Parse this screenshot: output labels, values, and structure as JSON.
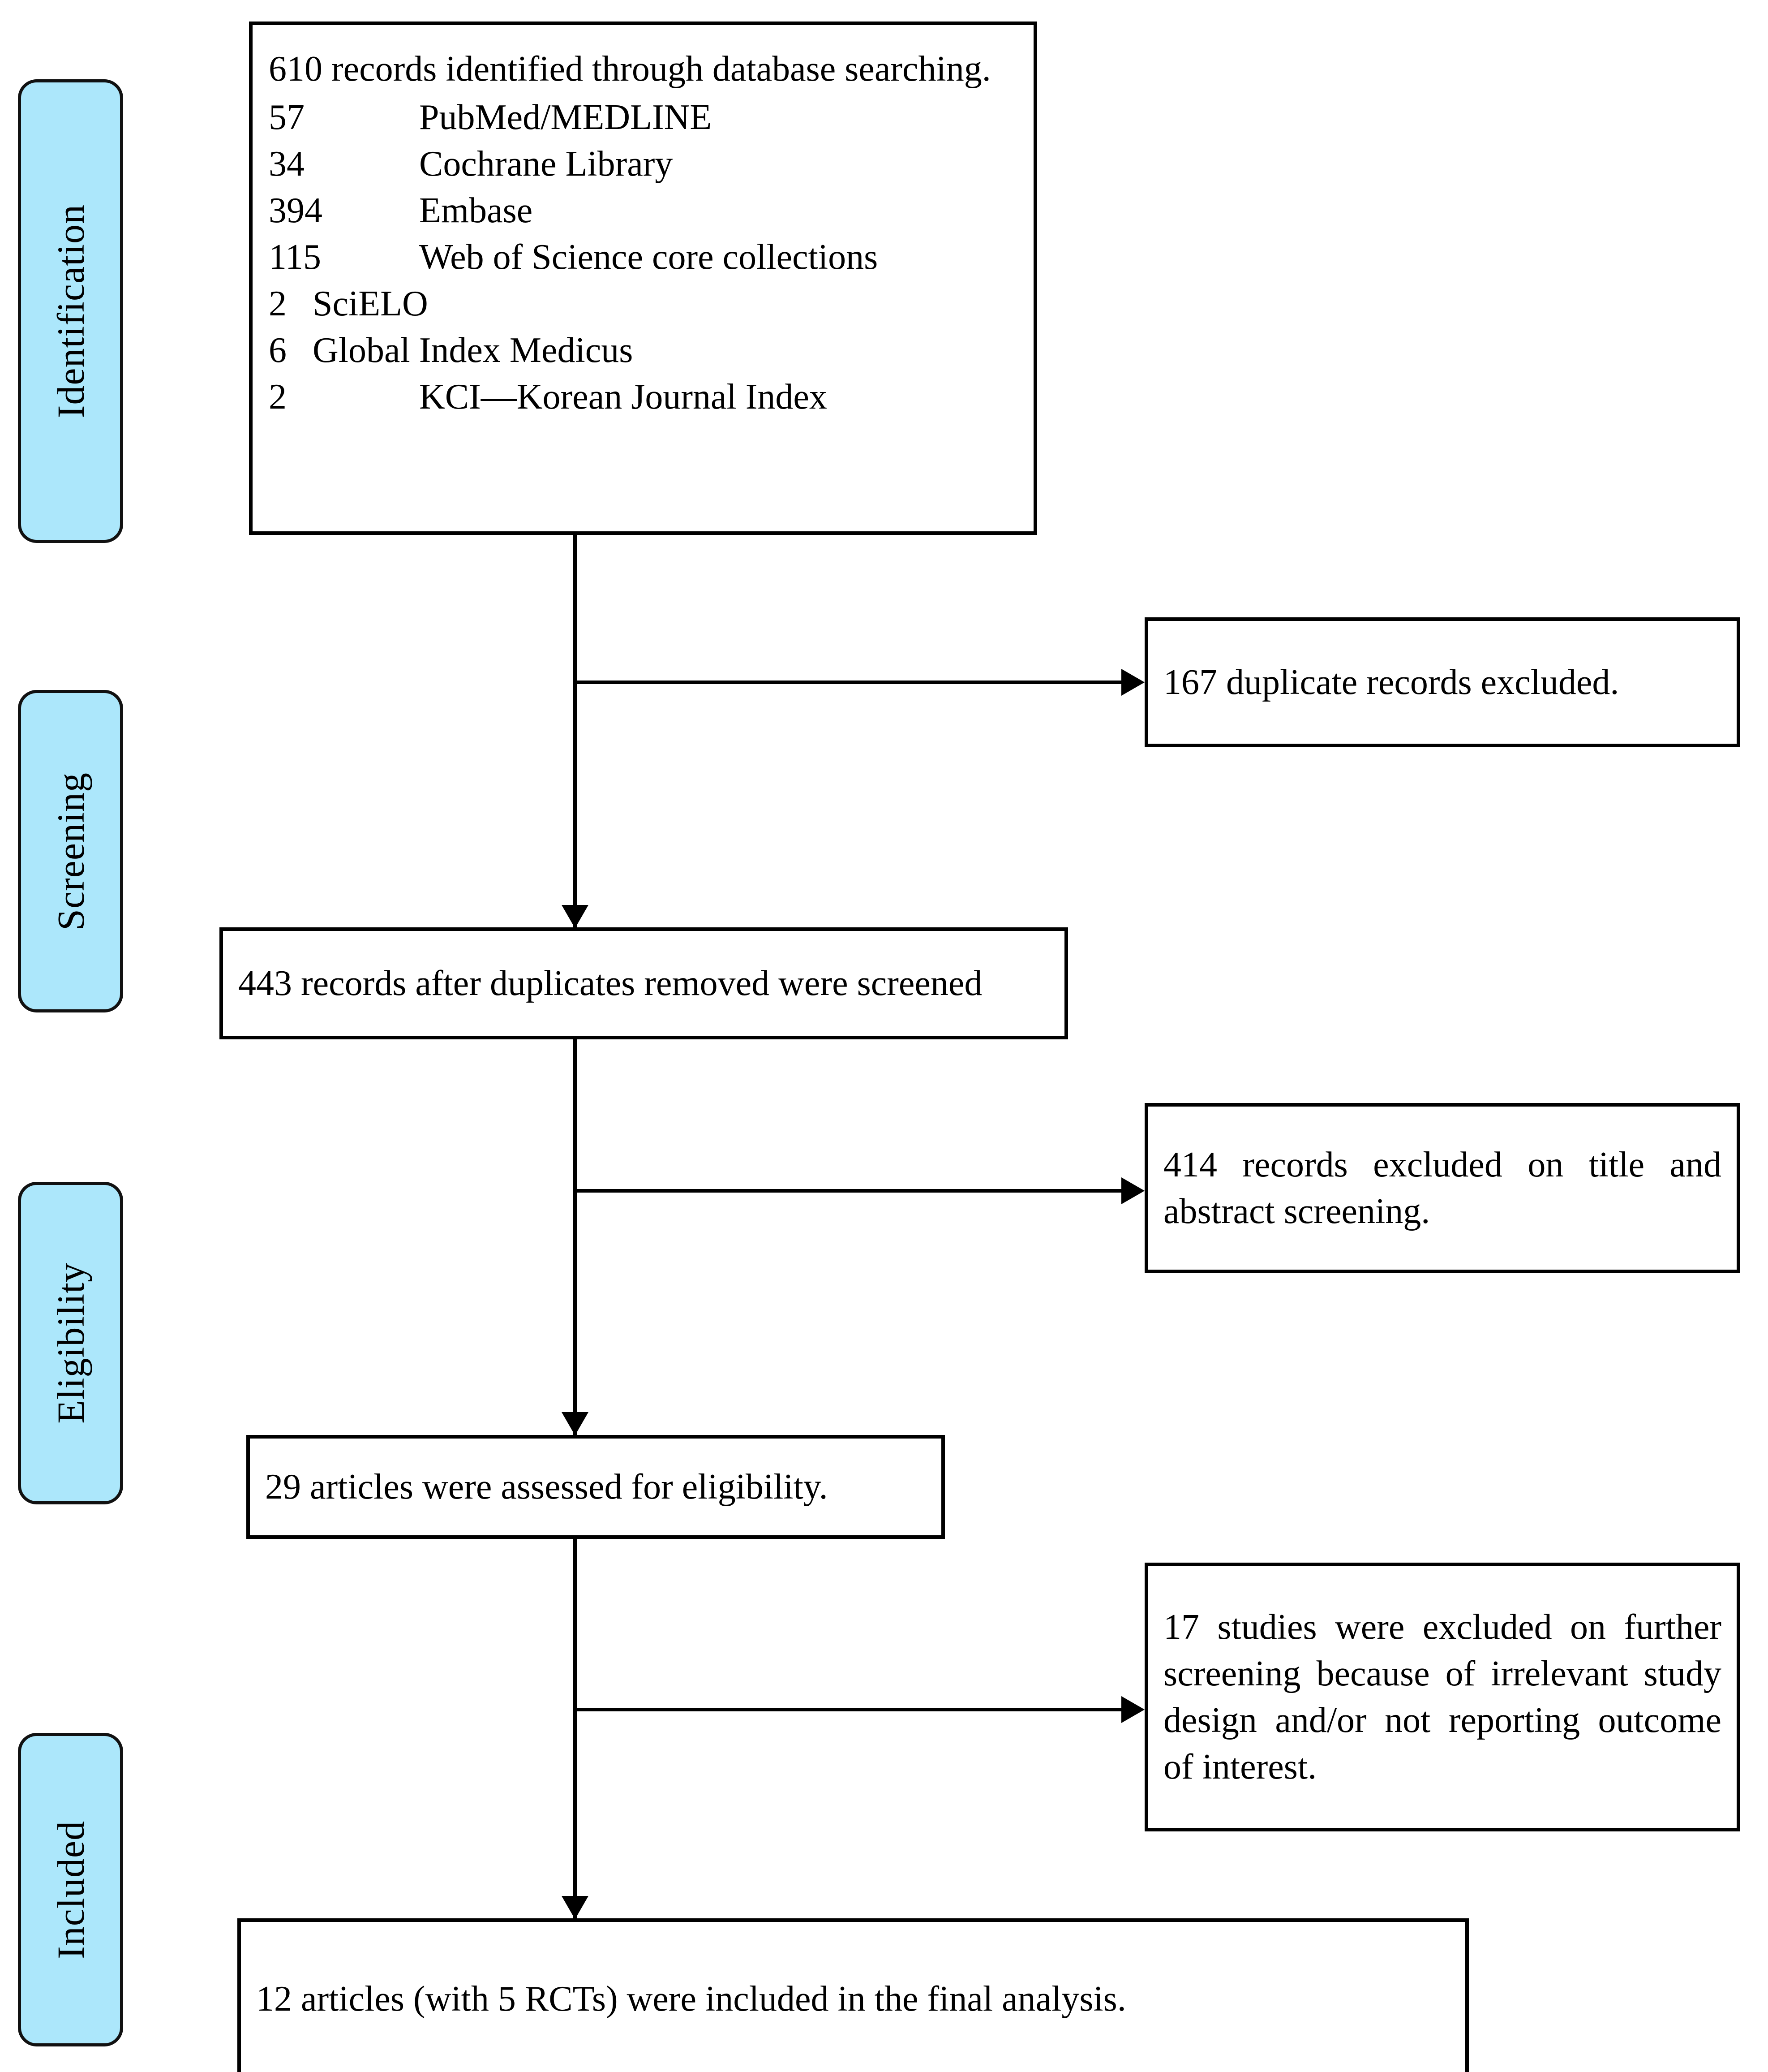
{
  "diagram": {
    "type": "PRISMA flow diagram",
    "stages": [
      {
        "id": "identification",
        "label": "Identification"
      },
      {
        "id": "screening",
        "label": "Screening"
      },
      {
        "id": "eligibility",
        "label": "Eligibility"
      },
      {
        "id": "included",
        "label": "Included"
      }
    ],
    "colors": {
      "stage_fill": "#ACE7FB",
      "stage_border": "#111111",
      "node_border": "#000000",
      "node_fill": "#FFFFFF",
      "text": "#000000"
    },
    "identification_box": {
      "heading": "610 records identified through database searching.",
      "sources": [
        {
          "count": "57",
          "name": "PubMed/MEDLINE",
          "indent": "wide"
        },
        {
          "count": "34",
          "name": "Cochrane Library",
          "indent": "wide"
        },
        {
          "count": "394",
          "name": "Embase",
          "indent": "wide"
        },
        {
          "count": "115",
          "name": "Web of Science core collections",
          "indent": "wide"
        },
        {
          "count": "2",
          "name": "SciELO",
          "indent": "narrow"
        },
        {
          "count": "6",
          "name": "Global Index Medicus",
          "indent": "narrow"
        },
        {
          "count": "2",
          "name": "KCI—Korean Journal Index",
          "indent": "wide"
        }
      ]
    },
    "nodes": {
      "duplicates_excluded": "167 duplicate records excluded.",
      "screened": "443 records after duplicates removed were screened",
      "title_abstract_excluded": "414 records excluded on title and abstract screening.",
      "assessed": "29 articles were assessed for eligibility.",
      "further_excluded": "17 studies were excluded on further screening because of irrelevant study design and/or not reporting outcome of interest.",
      "included_final": "12 articles (with 5 RCTs) were included in the final analysis."
    },
    "flow_counts": {
      "identified_total": 610,
      "duplicates_removed": 167,
      "records_screened": 443,
      "excluded_title_abstract": 414,
      "full_text_assessed": 29,
      "excluded_full_text": 17,
      "included": 12,
      "included_rcts": 5
    }
  }
}
